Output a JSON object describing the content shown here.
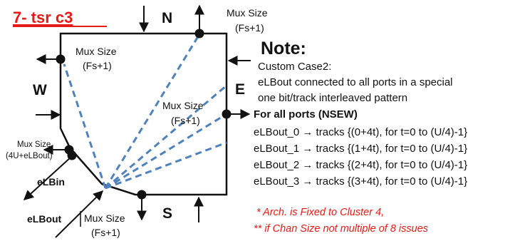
{
  "title": "7- tsr  c3",
  "directions": {
    "north": "N",
    "west": "W",
    "east": "E",
    "south": "S"
  },
  "mux_labels": {
    "north_right": {
      "line1": "Mux Size",
      "line2": "(Fs+1)"
    },
    "west_top": {
      "line1": "Mux Size",
      "line2": "(Fs+1)"
    },
    "east_inner": {
      "line1": "Mux Size",
      "line2": "(Fs+1)"
    },
    "west_corner": {
      "line1": "Mux Size",
      "line2": "(4U+eLBout)"
    },
    "south_left": {
      "line1": "Mux Size",
      "line2": "(Fs+1)"
    }
  },
  "pin_labels": {
    "elbin": "eLBin",
    "elbout": "eLBout"
  },
  "note": {
    "heading": "Note:",
    "lines": [
      "Custom Case2:",
      "eLBout connected to all ports in a special",
      "one bit/track interleaved pattern"
    ],
    "ports_heading": "For all ports (NSEW)",
    "mappings": [
      "eLBout_0 → tracks {(0+4t), for t=0 to (U/4)-1}",
      "eLBout_1 → tracks {(1+4t), for t=0 to (U/4)-1}",
      "eLBout_2 → tracks {(2+4t), for t=0 to (U/4)-1}",
      "eLBout_3 → tracks {(3+4t), for t=0 to (U/4)-1}"
    ]
  },
  "footnotes": [
    "* Arch. is Fixed to Cluster 4,",
    "** if Chan Size not multiple of 8 issues"
  ],
  "colors": {
    "accent_red": "#e41b17",
    "dashed_blue": "#4f81bd",
    "outline": "#111111"
  }
}
